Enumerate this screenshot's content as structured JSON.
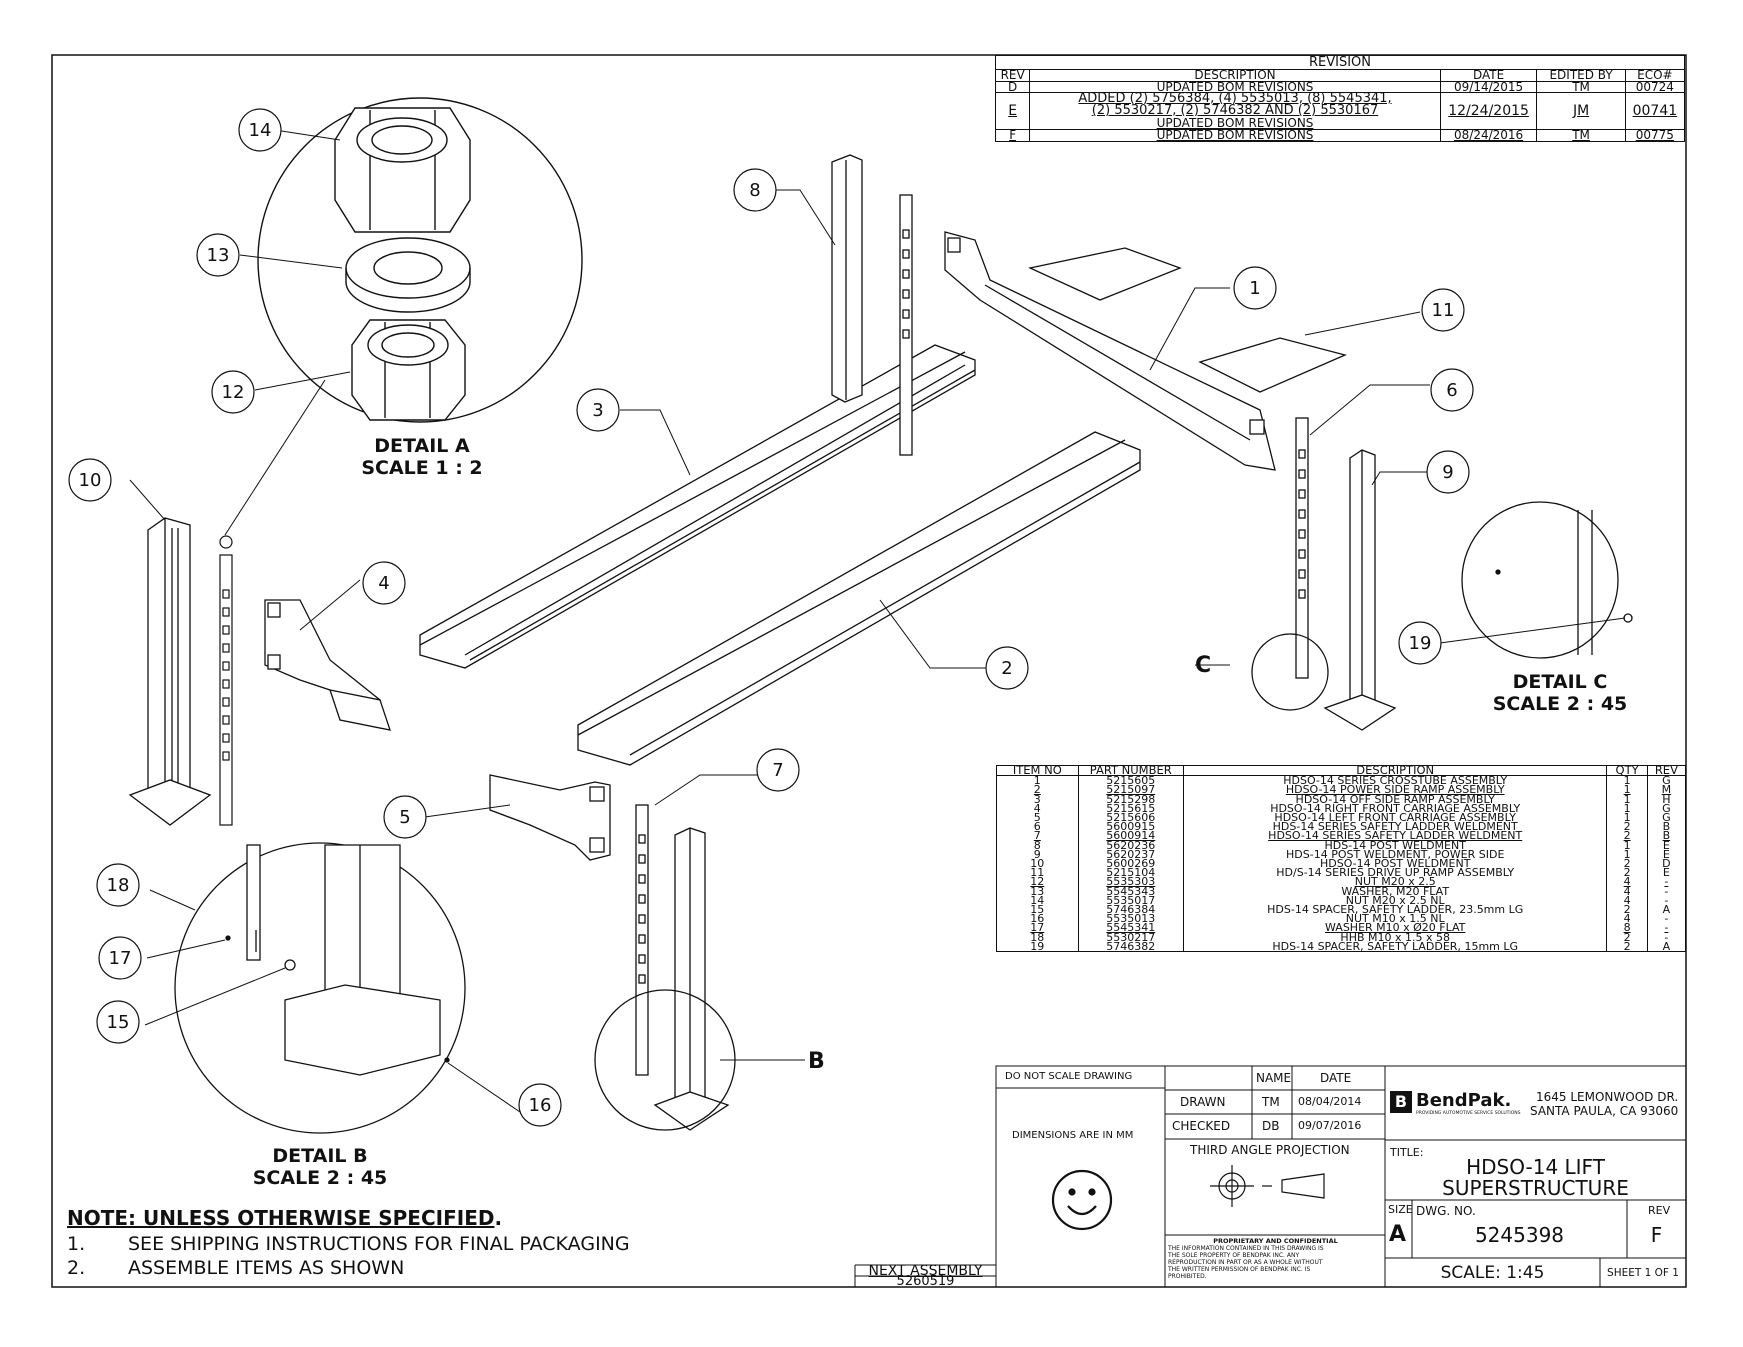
{
  "revision_block": {
    "title": "REVISION",
    "headers": [
      "REV",
      "DESCRIPTION",
      "DATE",
      "EDITED BY",
      "ECO#"
    ],
    "rows": [
      {
        "rev": "D",
        "description": "UPDATED BOM REVISIONS",
        "date": "09/14/2015",
        "edited_by": "TM",
        "eco": "00724"
      },
      {
        "rev": "E",
        "description_lines": [
          "ADDED (2) 5756384, (4) 5535013, (8) 5545341,",
          "(2) 5530217, (2) 5746382 AND (2) 5530167",
          "UPDATED BOM REVISIONS"
        ],
        "date": "12/24/2015",
        "edited_by": "JM",
        "eco": "00741"
      },
      {
        "rev": "F",
        "description": "UPDATED BOM REVISIONS",
        "date": "08/24/2016",
        "edited_by": "TM",
        "eco": "00775"
      }
    ]
  },
  "bom": {
    "headers": [
      "ITEM NO",
      "PART NUMBER",
      "DESCRIPTION",
      "QTY",
      "REV"
    ],
    "rows": [
      [
        "1",
        "5215605",
        "HDSO-14 SERIES CROSSTUBE ASSEMBLY",
        "1",
        "G"
      ],
      [
        "2",
        "5215097",
        "HDSO-14 POWER SIDE RAMP ASSEMBLY",
        "1",
        "M"
      ],
      [
        "3",
        "5215298",
        "HDSO-14 OFF SIDE RAMP ASSEMBLY",
        "1",
        "H"
      ],
      [
        "4",
        "5215615",
        "HDSO-14 RIGHT FRONT CARRIAGE ASSEMBLY",
        "1",
        "G"
      ],
      [
        "5",
        "5215606",
        "HDSO-14 LEFT FRONT CARRIAGE ASSEMBLY",
        "1",
        "G"
      ],
      [
        "6",
        "5600915",
        "HDS-14 SERIES SAFETY LADDER WELDMENT",
        "2",
        "B"
      ],
      [
        "7",
        "5600914",
        "HDSO-14 SERIES SAFETY LADDER WELDMENT",
        "2",
        "B"
      ],
      [
        "8",
        "5620236",
        "HDS-14 POST WELDMENT",
        "1",
        "E"
      ],
      [
        "9",
        "5620237",
        "HDS-14 POST WELDMENT, POWER SIDE",
        "1",
        "E"
      ],
      [
        "10",
        "5600269",
        "HDSO-14 POST WELDMENT",
        "2",
        "D"
      ],
      [
        "11",
        "5215104",
        "HD/S-14 SERIES DRIVE UP RAMP ASSEMBLY",
        "2",
        "E"
      ],
      [
        "12",
        "5535303",
        "NUT M20 x 2.5",
        "4",
        "-"
      ],
      [
        "13",
        "5545343",
        "WASHER, M20 FLAT",
        "4",
        "-"
      ],
      [
        "14",
        "5535017",
        "NUT M20 x 2.5 NL",
        "4",
        "-"
      ],
      [
        "15",
        "5746384",
        "HDS-14 SPACER, SAFETY LADDER, 23.5mm LG",
        "2",
        "A"
      ],
      [
        "16",
        "5535013",
        "NUT M10 x 1.5 NL",
        "4",
        "-"
      ],
      [
        "17",
        "5545341",
        "WASHER M10 x Ø20 FLAT",
        "8",
        "-"
      ],
      [
        "18",
        "5530217",
        "HHB M10 x 1.5 x 58",
        "2",
        "-"
      ],
      [
        "19",
        "5746382",
        "HDS-14 SPACER, SAFETY LADDER, 15mm LG",
        "2",
        "A"
      ]
    ]
  },
  "title_block": {
    "do_not_scale": "DO NOT SCALE DRAWING",
    "name_header": "NAME",
    "date_header": "DATE",
    "drawn_label": "DRAWN",
    "drawn_name": "TM",
    "drawn_date": "08/04/2014",
    "checked_label": "CHECKED",
    "checked_name": "DB",
    "checked_date": "09/07/2016",
    "dimensions_note": "DIMENSIONS ARE IN MM",
    "projection_label": "THIRD ANGLE PROJECTION",
    "proprietary_title": "PROPRIETARY AND CONFIDENTIAL",
    "proprietary_lines": [
      "THE INFORMATION CONTAINED IN THIS DRAWING IS",
      "THE SOLE PROPERTY OF BENDPAK INC. ANY",
      "REPRODUCTION IN PART OR AS A WHOLE WITHOUT",
      "THE WRITTEN PERMISSION OF BENDPAK INC. IS",
      "PROHIBITED."
    ],
    "company_logo": "BendPak.",
    "company_tagline": "PROVIDING AUTOMOTIVE SERVICE SOLUTIONS",
    "address_line1": "1645 LEMONWOOD DR.",
    "address_line2": "SANTA PAULA, CA 93060",
    "title_label": "TITLE:",
    "title_line1": "HDSO-14 LIFT",
    "title_line2": "SUPERSTRUCTURE",
    "size_label": "SIZE",
    "size_value": "A",
    "dwg_no_label": "DWG. NO.",
    "dwg_no": "5245398",
    "rev_label": "REV",
    "rev_value": "F",
    "scale": "SCALE: 1:45",
    "sheet": "SHEET 1 OF 1",
    "next_assembly_label": "NEXT ASSEMBLY",
    "next_assembly": "5260519"
  },
  "notes": {
    "heading": "NOTE: UNLESS OTHERWISE SPECIFIED",
    "heading_suffix": ".",
    "items": [
      {
        "num": "1.",
        "text": "SEE SHIPPING INSTRUCTIONS FOR FINAL PACKAGING"
      },
      {
        "num": "2.",
        "text": "ASSEMBLE ITEMS AS SHOWN"
      }
    ]
  },
  "details": {
    "a_title": "DETAIL A",
    "a_scale": "SCALE 1 : 2",
    "b_title": "DETAIL B",
    "b_scale": "SCALE 2 : 45",
    "c_title": "DETAIL C",
    "c_scale": "SCALE 2 : 45",
    "b_letter": "B",
    "c_letter": "C"
  },
  "balloons": [
    "1",
    "2",
    "3",
    "4",
    "5",
    "6",
    "7",
    "8",
    "9",
    "10",
    "11",
    "12",
    "13",
    "14",
    "15",
    "16",
    "17",
    "18",
    "19"
  ]
}
